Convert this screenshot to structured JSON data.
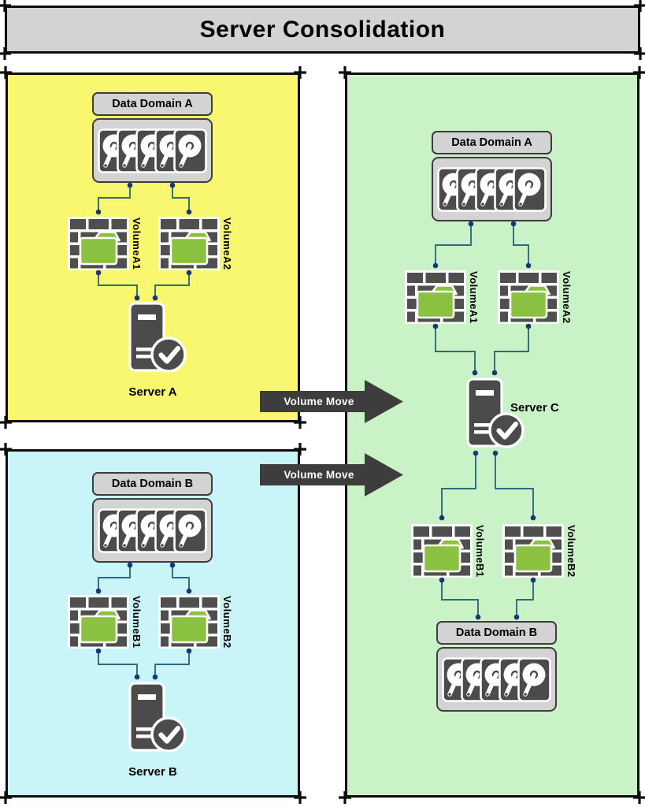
{
  "title": "Server Consolidation",
  "sections": {
    "server_a": {
      "data_domain": "Data Domain A",
      "volume1": "VolumeA1",
      "volume2": "VolumeA2",
      "server": "Server A"
    },
    "server_b": {
      "data_domain": "Data Domain B",
      "volume1": "VolumeB1",
      "volume2": "VolumeB2",
      "server": "Server B"
    },
    "consolidated": {
      "data_domain_top": "Data Domain A",
      "volume_a1": "VolumeA1",
      "volume_a2": "VolumeA2",
      "server": "Server C",
      "volume_b1": "VolumeB1",
      "volume_b2": "VolumeB2",
      "data_domain_bottom": "Data Domain B"
    }
  },
  "arrows": {
    "move1": "Volume Move",
    "move2": "Volume Move"
  },
  "icons": {
    "disk_array": "hard-drive-array-icon",
    "volume": "brick-wall-folder-icon",
    "server": "server-tower-check-icon",
    "move_arrow": "right-arrow-icon"
  },
  "colors": {
    "panel_server_a_bg": "#f8f76f",
    "panel_server_b_bg": "#c9f4f8",
    "panel_consolidated_bg": "#c9f2c6",
    "box_gray": "#d3d3d3",
    "icon_dark_gray": "#4b4b4b",
    "folder_green": "#8bc140",
    "connector_teal": "#2c6b7a",
    "connector_dot_navy": "#19357c",
    "arrow_dark": "#3d3d3d",
    "border_black": "#0d0d0d"
  }
}
